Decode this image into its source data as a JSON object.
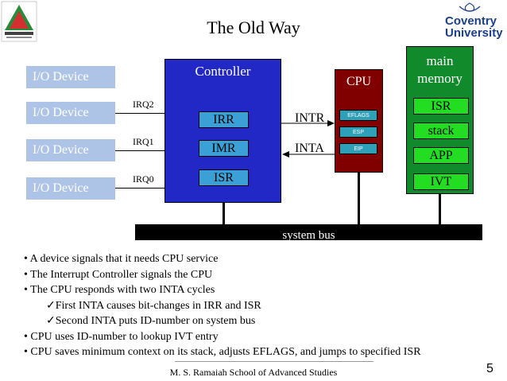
{
  "slide": {
    "title": "The Old Way",
    "controller_title": "Controller",
    "io_devices": [
      "I/O Device",
      "I/O Device",
      "I/O Device",
      "I/O Device"
    ],
    "irq_labels": [
      "IRQ2",
      "IRQ1",
      "IRQ0"
    ],
    "controller_registers": [
      "IRR",
      "IMR",
      "ISR"
    ],
    "intr_label": "INTR",
    "inta_label": "INTA",
    "cpu_title": "CPU",
    "cpu_registers": [
      "EFLAGS",
      "ESP",
      "EIP"
    ],
    "memory_title_line1": "main",
    "memory_title_line2": "memory",
    "memory_regions": [
      "ISR",
      "stack",
      "APP",
      "IVT"
    ],
    "system_bus": "system bus",
    "bullets": [
      "• A device signals that it needs CPU service",
      "• The Interrupt Controller signals the CPU",
      "• The CPU responds with two INTA cycles",
      "✓First INTA causes bit-changes in IRR and ISR",
      "✓Second INTA puts ID-number on system bus",
      "• CPU uses ID-number to lookup IVT entry",
      "• CPU saves minimum context on its stack, adjusts EFLAGS, and jumps to specified ISR"
    ],
    "footer": "M. S. Ramaiah School of Advanced Studies",
    "page_number": "5",
    "logo_right_line1": "Coventry",
    "logo_right_line2": "University"
  },
  "colors": {
    "io_device": "#aec4e6",
    "controller": "#2128c6",
    "controller_register": "#3aa0d6",
    "cpu": "#800000",
    "cpu_register": "#2ea0b8",
    "memory": "#118a2b",
    "memory_region": "#22dd22",
    "logo_accent": "#1c3f8c"
  }
}
